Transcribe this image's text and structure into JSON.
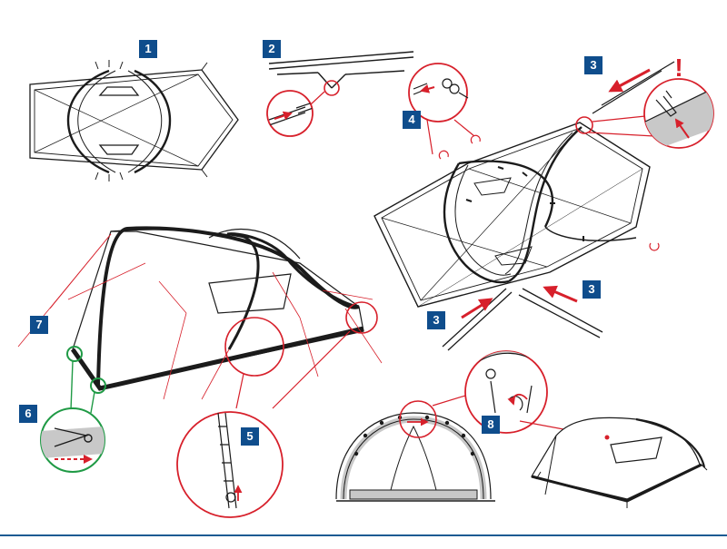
{
  "colors": {
    "badge_bg": "#0f4d8c",
    "accent_red": "#d7202b",
    "accent_green": "#1f9a45",
    "line_dark": "#1b1b1b",
    "detail_fill": "#c8c8c8",
    "rule": "#1c5a92"
  },
  "steps": {
    "s1": "1",
    "s2": "2",
    "s3a": "3",
    "s3b": "3",
    "s3c": "3",
    "s4": "4",
    "s5": "5",
    "s6": "6",
    "s7": "7",
    "s8": "8"
  },
  "warning_mark": "!"
}
